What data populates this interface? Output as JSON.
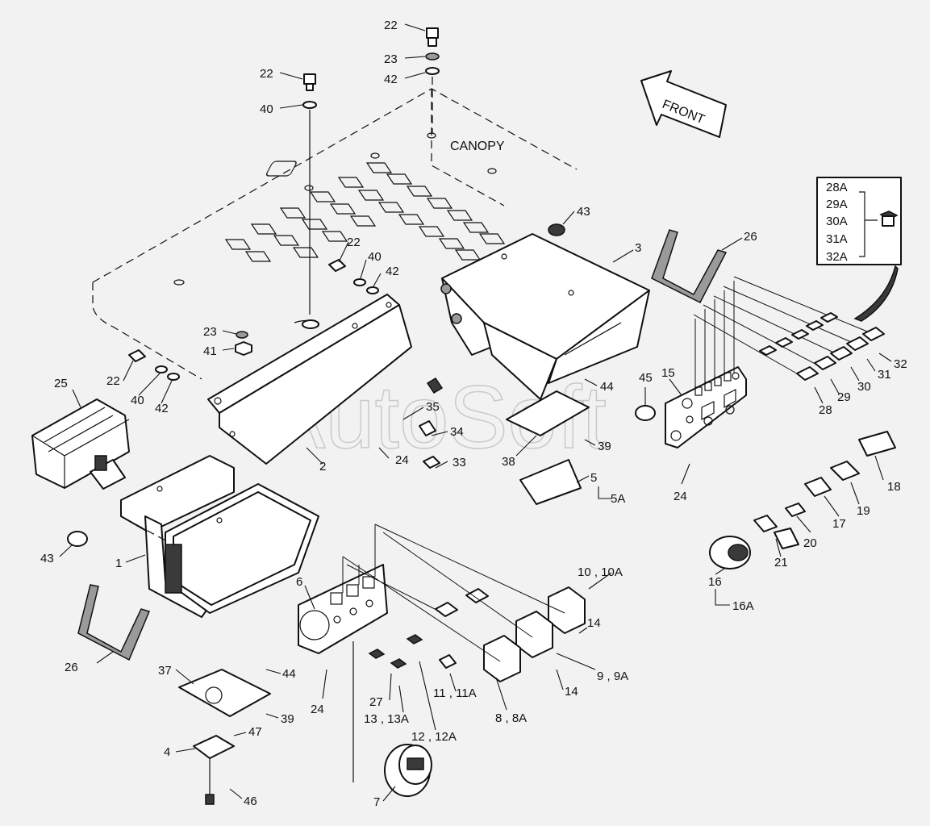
{
  "watermark": "AutoSoft",
  "annotations": {
    "canopy": "CANOPY",
    "front": "FRONT"
  },
  "inset": {
    "items": [
      "28A",
      "29A",
      "30A",
      "31A",
      "32A"
    ]
  },
  "callouts": [
    {
      "id": "c22a",
      "text": "22"
    },
    {
      "id": "c23a",
      "text": "23"
    },
    {
      "id": "c42a",
      "text": "42"
    },
    {
      "id": "c22b",
      "text": "22"
    },
    {
      "id": "c40a",
      "text": "40"
    },
    {
      "id": "c43a",
      "text": "43"
    },
    {
      "id": "c3",
      "text": "3"
    },
    {
      "id": "c26a",
      "text": "26"
    },
    {
      "id": "c22c",
      "text": "22"
    },
    {
      "id": "c40b",
      "text": "40"
    },
    {
      "id": "c42b",
      "text": "42"
    },
    {
      "id": "c23b",
      "text": "23"
    },
    {
      "id": "c41",
      "text": "41"
    },
    {
      "id": "c22d",
      "text": "22"
    },
    {
      "id": "c40c",
      "text": "40"
    },
    {
      "id": "c42c",
      "text": "42"
    },
    {
      "id": "c25",
      "text": "25"
    },
    {
      "id": "c35",
      "text": "35"
    },
    {
      "id": "c34",
      "text": "34"
    },
    {
      "id": "c24a",
      "text": "24"
    },
    {
      "id": "c33",
      "text": "33"
    },
    {
      "id": "c2",
      "text": "2"
    },
    {
      "id": "c44a",
      "text": "44"
    },
    {
      "id": "c45",
      "text": "45"
    },
    {
      "id": "c15",
      "text": "15"
    },
    {
      "id": "c32",
      "text": "32"
    },
    {
      "id": "c31",
      "text": "31"
    },
    {
      "id": "c30",
      "text": "30"
    },
    {
      "id": "c29",
      "text": "29"
    },
    {
      "id": "c28",
      "text": "28"
    },
    {
      "id": "c39a",
      "text": "39"
    },
    {
      "id": "c38",
      "text": "38"
    },
    {
      "id": "c5",
      "text": "5"
    },
    {
      "id": "c5a",
      "text": "5A"
    },
    {
      "id": "c24b",
      "text": "24"
    },
    {
      "id": "c18",
      "text": "18"
    },
    {
      "id": "c19",
      "text": "19"
    },
    {
      "id": "c17",
      "text": "17"
    },
    {
      "id": "c20",
      "text": "20"
    },
    {
      "id": "c21",
      "text": "21"
    },
    {
      "id": "c16",
      "text": "16"
    },
    {
      "id": "c16a",
      "text": "16A"
    },
    {
      "id": "c43b",
      "text": "43"
    },
    {
      "id": "c1",
      "text": "1"
    },
    {
      "id": "c6",
      "text": "6"
    },
    {
      "id": "c10",
      "text": "10 , 10A"
    },
    {
      "id": "c14a",
      "text": "14"
    },
    {
      "id": "c9",
      "text": "9 , 9A"
    },
    {
      "id": "c14b",
      "text": "14"
    },
    {
      "id": "c26b",
      "text": "26"
    },
    {
      "id": "c37",
      "text": "37"
    },
    {
      "id": "c44b",
      "text": "44"
    },
    {
      "id": "c24c",
      "text": "24"
    },
    {
      "id": "c27",
      "text": "27"
    },
    {
      "id": "c11",
      "text": "11 , 11A"
    },
    {
      "id": "c8",
      "text": "8 , 8A"
    },
    {
      "id": "c13",
      "text": "13 , 13A"
    },
    {
      "id": "c12",
      "text": "12 , 12A"
    },
    {
      "id": "c39b",
      "text": "39"
    },
    {
      "id": "c47",
      "text": "47"
    },
    {
      "id": "c4",
      "text": "4"
    },
    {
      "id": "c46",
      "text": "46"
    },
    {
      "id": "c7",
      "text": "7"
    }
  ]
}
